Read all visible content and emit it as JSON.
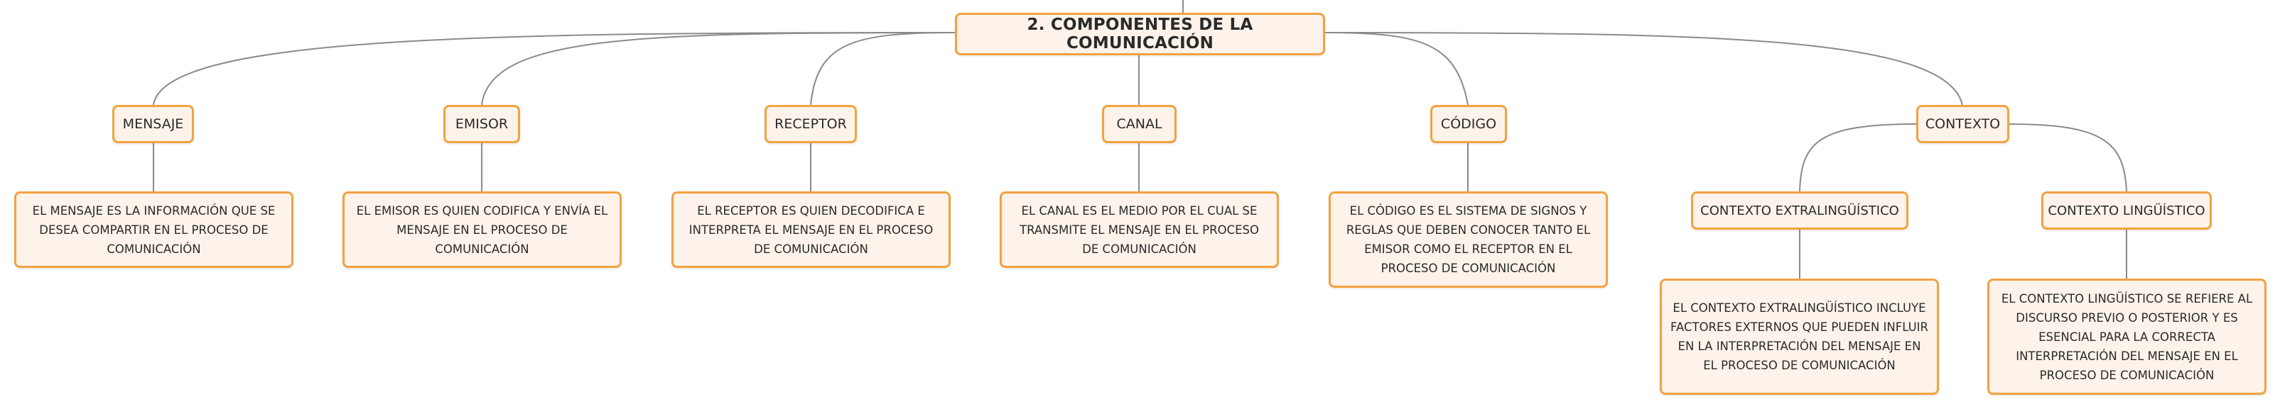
{
  "root": {
    "label": "2. COMPONENTES DE LA COMUNICACIÓN"
  },
  "topics": [
    {
      "label": "MENSAJE",
      "description": "EL MENSAJE ES LA INFORMACIÓN QUE SE DESEA COMPARTIR EN EL PROCESO DE COMUNICACIÓN"
    },
    {
      "label": "EMISOR",
      "description": "EL EMISOR ES QUIEN CODIFICA Y ENVÍA EL MENSAJE EN EL PROCESO DE COMUNICACIÓN"
    },
    {
      "label": "RECEPTOR",
      "description": "EL RECEPTOR ES QUIEN DECODIFICA E INTERPRETA EL MENSAJE EN EL PROCESO DE COMUNICACIÓN"
    },
    {
      "label": "CANAL",
      "description": "EL CANAL ES EL MEDIO POR EL CUAL SE TRANSMITE EL MENSAJE EN EL PROCESO DE COMUNICACIÓN"
    },
    {
      "label": "CÓDIGO",
      "description": "EL CÓDIGO ES EL SISTEMA DE SIGNOS Y REGLAS QUE DEBEN CONOCER TANTO EL EMISOR COMO EL RECEPTOR EN EL PROCESO DE COMUNICACIÓN"
    },
    {
      "label": "CONTEXTO"
    }
  ],
  "subtopics": [
    {
      "label": "CONTEXTO EXTRALINGÜÍSTICO",
      "description": "EL CONTEXTO EXTRALINGÜÍSTICO INCLUYE FACTORES EXTERNOS QUE PUEDEN INFLUIR EN LA INTERPRETACIÓN DEL MENSAJE EN EL PROCESO DE COMUNICACIÓN"
    },
    {
      "label": "CONTEXTO LINGÜÍSTICO",
      "description": "EL CONTEXTO LINGÜÍSTICO SE REFIERE AL DISCURSO PREVIO O POSTERIOR Y ES ESENCIAL PARA LA CORRECTA INTERPRETACIÓN DEL MENSAJE EN EL PROCESO DE COMUNICACIÓN"
    }
  ]
}
